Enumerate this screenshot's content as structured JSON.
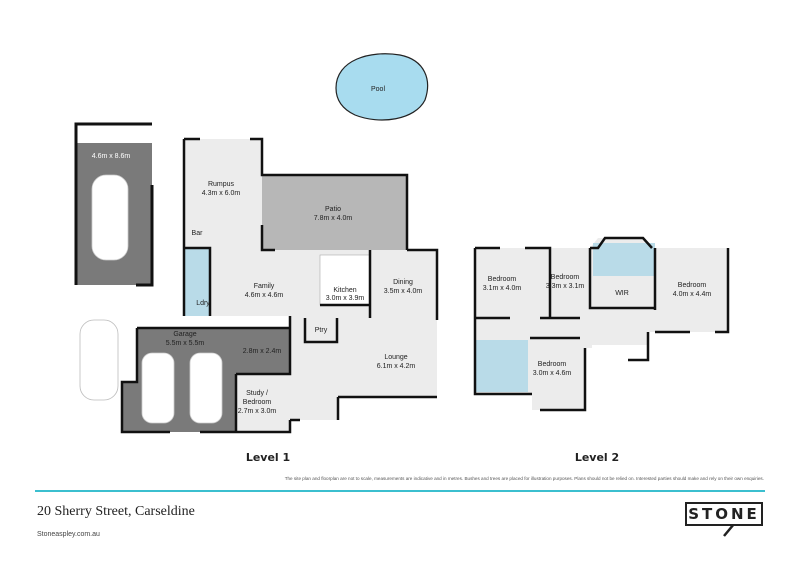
{
  "colors": {
    "wall": "#111111",
    "floor": "#ececec",
    "garage": "#7a7a7a",
    "patio": "#b7b7b7",
    "wet": "#b9dbe8",
    "pool": "#a8dcef",
    "accent": "#3bbfcf"
  },
  "level1": {
    "title": "Level 1",
    "rooms": {
      "pool": "Pool",
      "carport": "4.6m x 8.6m",
      "rumpus": "Rumpus",
      "rumpus_size": "4.3m x 6.0m",
      "patio": "Patio",
      "patio_size": "7.8m x 4.0m",
      "bar": "Bar",
      "family": "Family",
      "family_size": "4.6m x 4.6m",
      "kitchen": "Kitchen",
      "kitchen_size": "3.0m x 3.9m",
      "dining": "Dining",
      "dining_size": "3.5m x 4.0m",
      "laundry": "Ldry",
      "pantry": "Ptry",
      "garage": "Garage",
      "garage_size": "5.5m x 5.5m",
      "store_size": "2.8m x 2.4m",
      "lounge": "Lounge",
      "lounge_size": "6.1m x 4.2m",
      "study": "Study /",
      "study2": "Bedroom",
      "study_size": "2.7m x 3.0m"
    }
  },
  "level2": {
    "title": "Level 2",
    "rooms": {
      "bed1": "Bedroom",
      "bed1_size": "3.1m x 4.0m",
      "bed2": "Bedroom",
      "bed2_size": "3.3m x 3.1m",
      "wir": "WIR",
      "bed3": "Bedroom",
      "bed3_size": "4.0m x 4.4m",
      "bed4": "Bedroom",
      "bed4_size": "3.0m x 4.6m"
    }
  },
  "footer": {
    "disclaimer": "The site plan and floorplan are not to scale, measurements are indicative and in metres. Bushes and trees are placed for illustration purposes. Plans should not be relied on. Interested parties should make and rely on their own enquiries.",
    "address": "20 Sherry Street, Carseldine",
    "website": "Stoneaspley.com.au",
    "logo": "STONE"
  }
}
